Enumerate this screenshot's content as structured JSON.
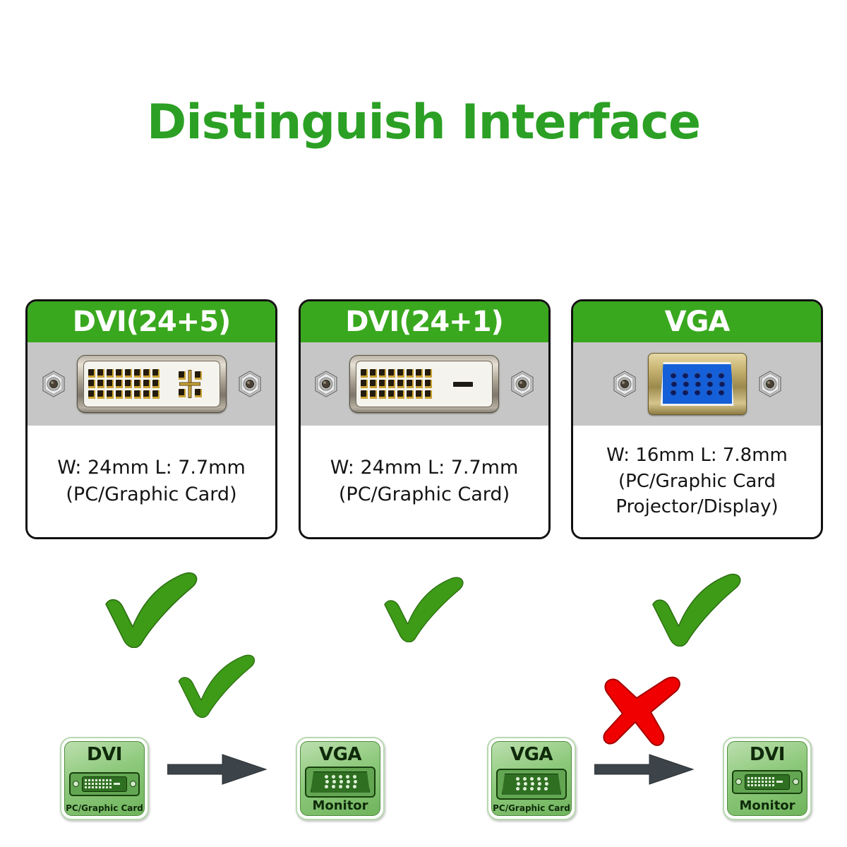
{
  "page": {
    "title": "Distinguish Interface",
    "title_color": "#2ba024",
    "background": "#ffffff"
  },
  "colors": {
    "header_green": "#39a81e",
    "connector_band_gray": "#c6c6c6",
    "card_border": "#111111",
    "check_green": "#3d9b17",
    "cross_red": "#f00000",
    "arrow_gray": "#3d4449",
    "vga_insert_blue": "#1560d8",
    "dvi_shell_metal": "#a59d8e",
    "vga_shell_brass": "#cdb977",
    "box_green": "#8ec97c"
  },
  "cards": [
    {
      "id": "dvi-24-5",
      "header": "DVI(24+5)",
      "connector": "dvi-24-5-connector",
      "desc_lines": [
        "W: 24mm  L: 7.7mm",
        "(PC/Graphic Card)"
      ],
      "check": "check-mark"
    },
    {
      "id": "dvi-24-1",
      "header": "DVI(24+1)",
      "connector": "dvi-24-1-connector",
      "desc_lines": [
        "W: 24mm  L: 7.7mm",
        "(PC/Graphic Card)"
      ],
      "check": "check-mark"
    },
    {
      "id": "vga",
      "header": "VGA",
      "connector": "vga-connector",
      "desc_lines": [
        "W: 16mm  L: 7.8mm",
        "(PC/Graphic Card",
        "Projector/Display)"
      ],
      "check": "check-mark"
    }
  ],
  "compatibility": [
    {
      "id": "dvi-to-vga",
      "verdict": "check-mark",
      "verdict_color": "#3d9b17",
      "source": {
        "title": "DVI",
        "sub": "PC/Graphic Card",
        "connector": "mini-dvi"
      },
      "target": {
        "title": "VGA",
        "sub": "Monitor",
        "connector": "mini-vga"
      }
    },
    {
      "id": "vga-to-dvi",
      "verdict": "cross-mark",
      "verdict_color": "#f00000",
      "source": {
        "title": "VGA",
        "sub": "PC/Graphic Card",
        "connector": "mini-vga"
      },
      "target": {
        "title": "DVI",
        "sub": "Monitor",
        "connector": "mini-dvi"
      }
    }
  ],
  "icons": {
    "check": "check-mark-icon",
    "cross": "cross-mark-icon",
    "arrow": "arrow-right-icon",
    "screw": "thumbscrew-icon"
  }
}
